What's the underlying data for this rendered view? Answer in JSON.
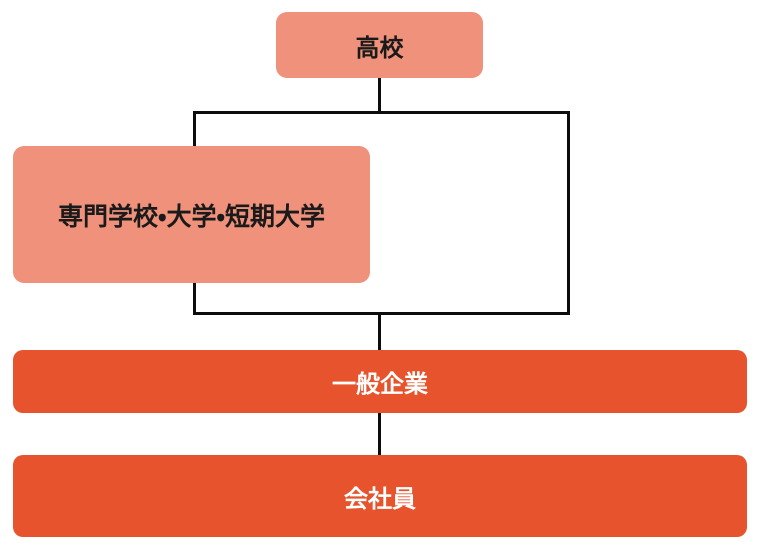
{
  "diagram": {
    "type": "flowchart",
    "description": "Career path flowchart from high school to company employee",
    "nodes": [
      {
        "id": "highschool",
        "label": "高校",
        "style": "salmon"
      },
      {
        "id": "college",
        "label": "専門学校・大学・短期大学",
        "style": "salmon"
      },
      {
        "id": "company",
        "label": "一般企業",
        "style": "orange"
      },
      {
        "id": "employee",
        "label": "会社員",
        "style": "orange"
      }
    ],
    "edges": [
      {
        "from": "高校",
        "to": "専門学校・大学・短期大学"
      },
      {
        "from": "高校",
        "to": "一般企業"
      },
      {
        "from": "専門学校・大学・短期大学",
        "to": "一般企業"
      },
      {
        "from": "一般企業",
        "to": "会社員"
      }
    ]
  },
  "colors": {
    "salmon": "#F0917B",
    "orange": "#E6532C",
    "line": "#0D0D0D",
    "text_dark": "#1A1A1A",
    "text_light": "#FFFFFF"
  }
}
